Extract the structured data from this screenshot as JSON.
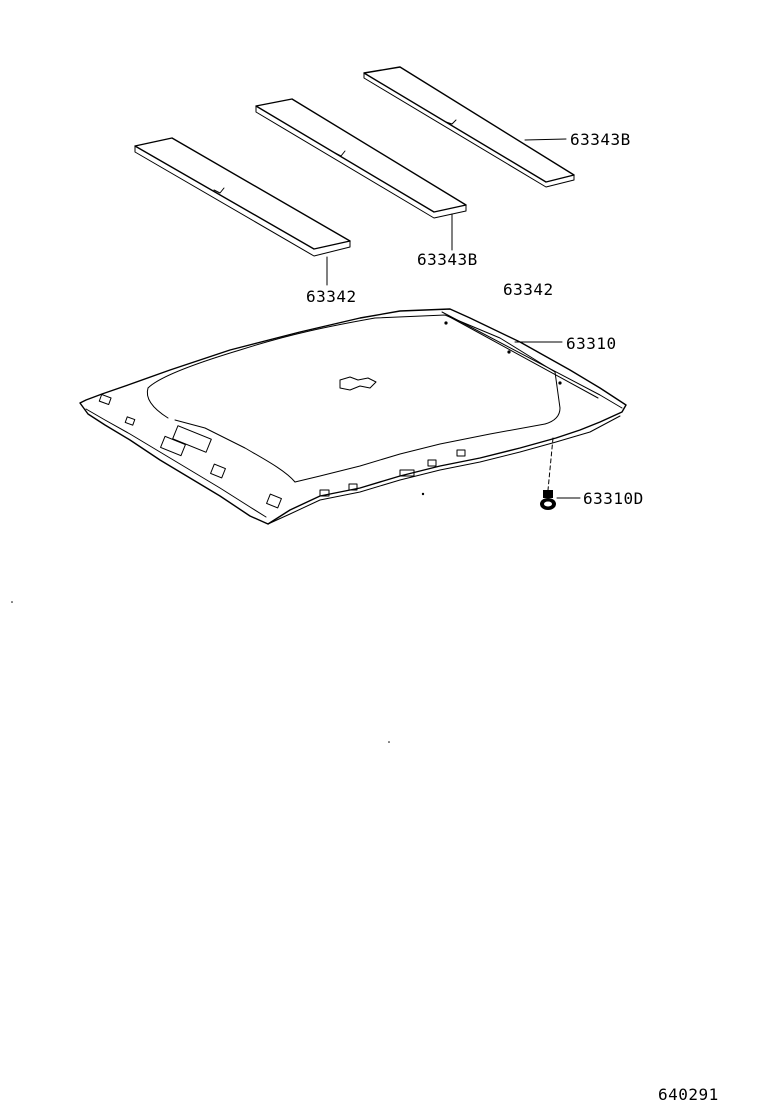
{
  "diagram": {
    "part_labels": {
      "pad_rear": "63343B",
      "pad_middle": "63343B",
      "pad_front": "63342",
      "pad_front_alt": "63342",
      "headlining": "63310",
      "clip": "63310D"
    },
    "illustration_id": "640291"
  }
}
